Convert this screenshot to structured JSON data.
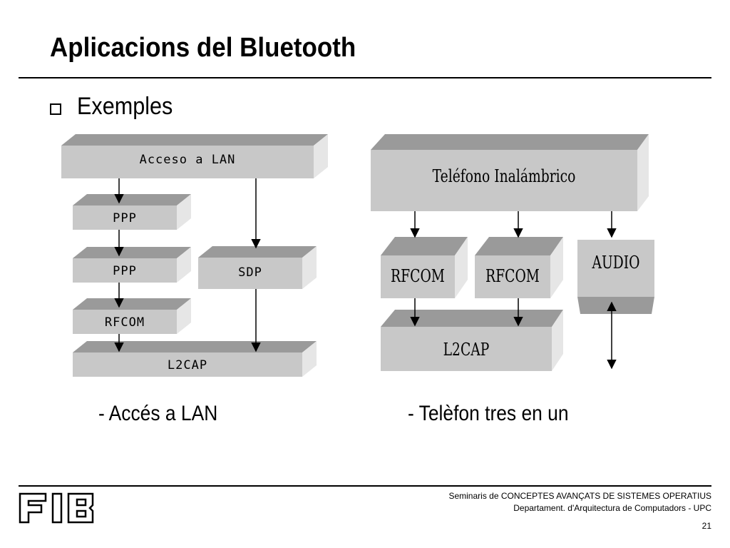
{
  "slide": {
    "title": "Aplicacions del Bluetooth",
    "bullet": "Exemples",
    "captions": {
      "left": "- Accés a LAN",
      "right": "- Telèfon tres en un"
    }
  },
  "diagram_left": {
    "blocks": {
      "lan": "Acceso a LAN",
      "ppp_top": "PPP",
      "ppp_bottom": "PPP",
      "sdp": "SDP",
      "rfcom": "RFCOM",
      "l2cap": "L2CAP"
    }
  },
  "diagram_right": {
    "blocks": {
      "telefono": "Teléfono Inalámbrico",
      "rfcom_left": "RFCOM",
      "rfcom_right": "RFCOM",
      "audio": "AUDIO",
      "l2cap": "L2CAP"
    }
  },
  "footer": {
    "logo_text": "FIB",
    "line1": "Seminaris de CONCEPTES AVANÇATS DE SISTEMES OPERATIUS",
    "line2": "Departament.  d'Arquitectura de Computadors - UPC",
    "page_number": "21"
  },
  "colors": {
    "block_front": "#c8c8c8",
    "block_top": "#9a9a9a",
    "block_side": "#e6e6e6",
    "arrow": "#000000"
  }
}
